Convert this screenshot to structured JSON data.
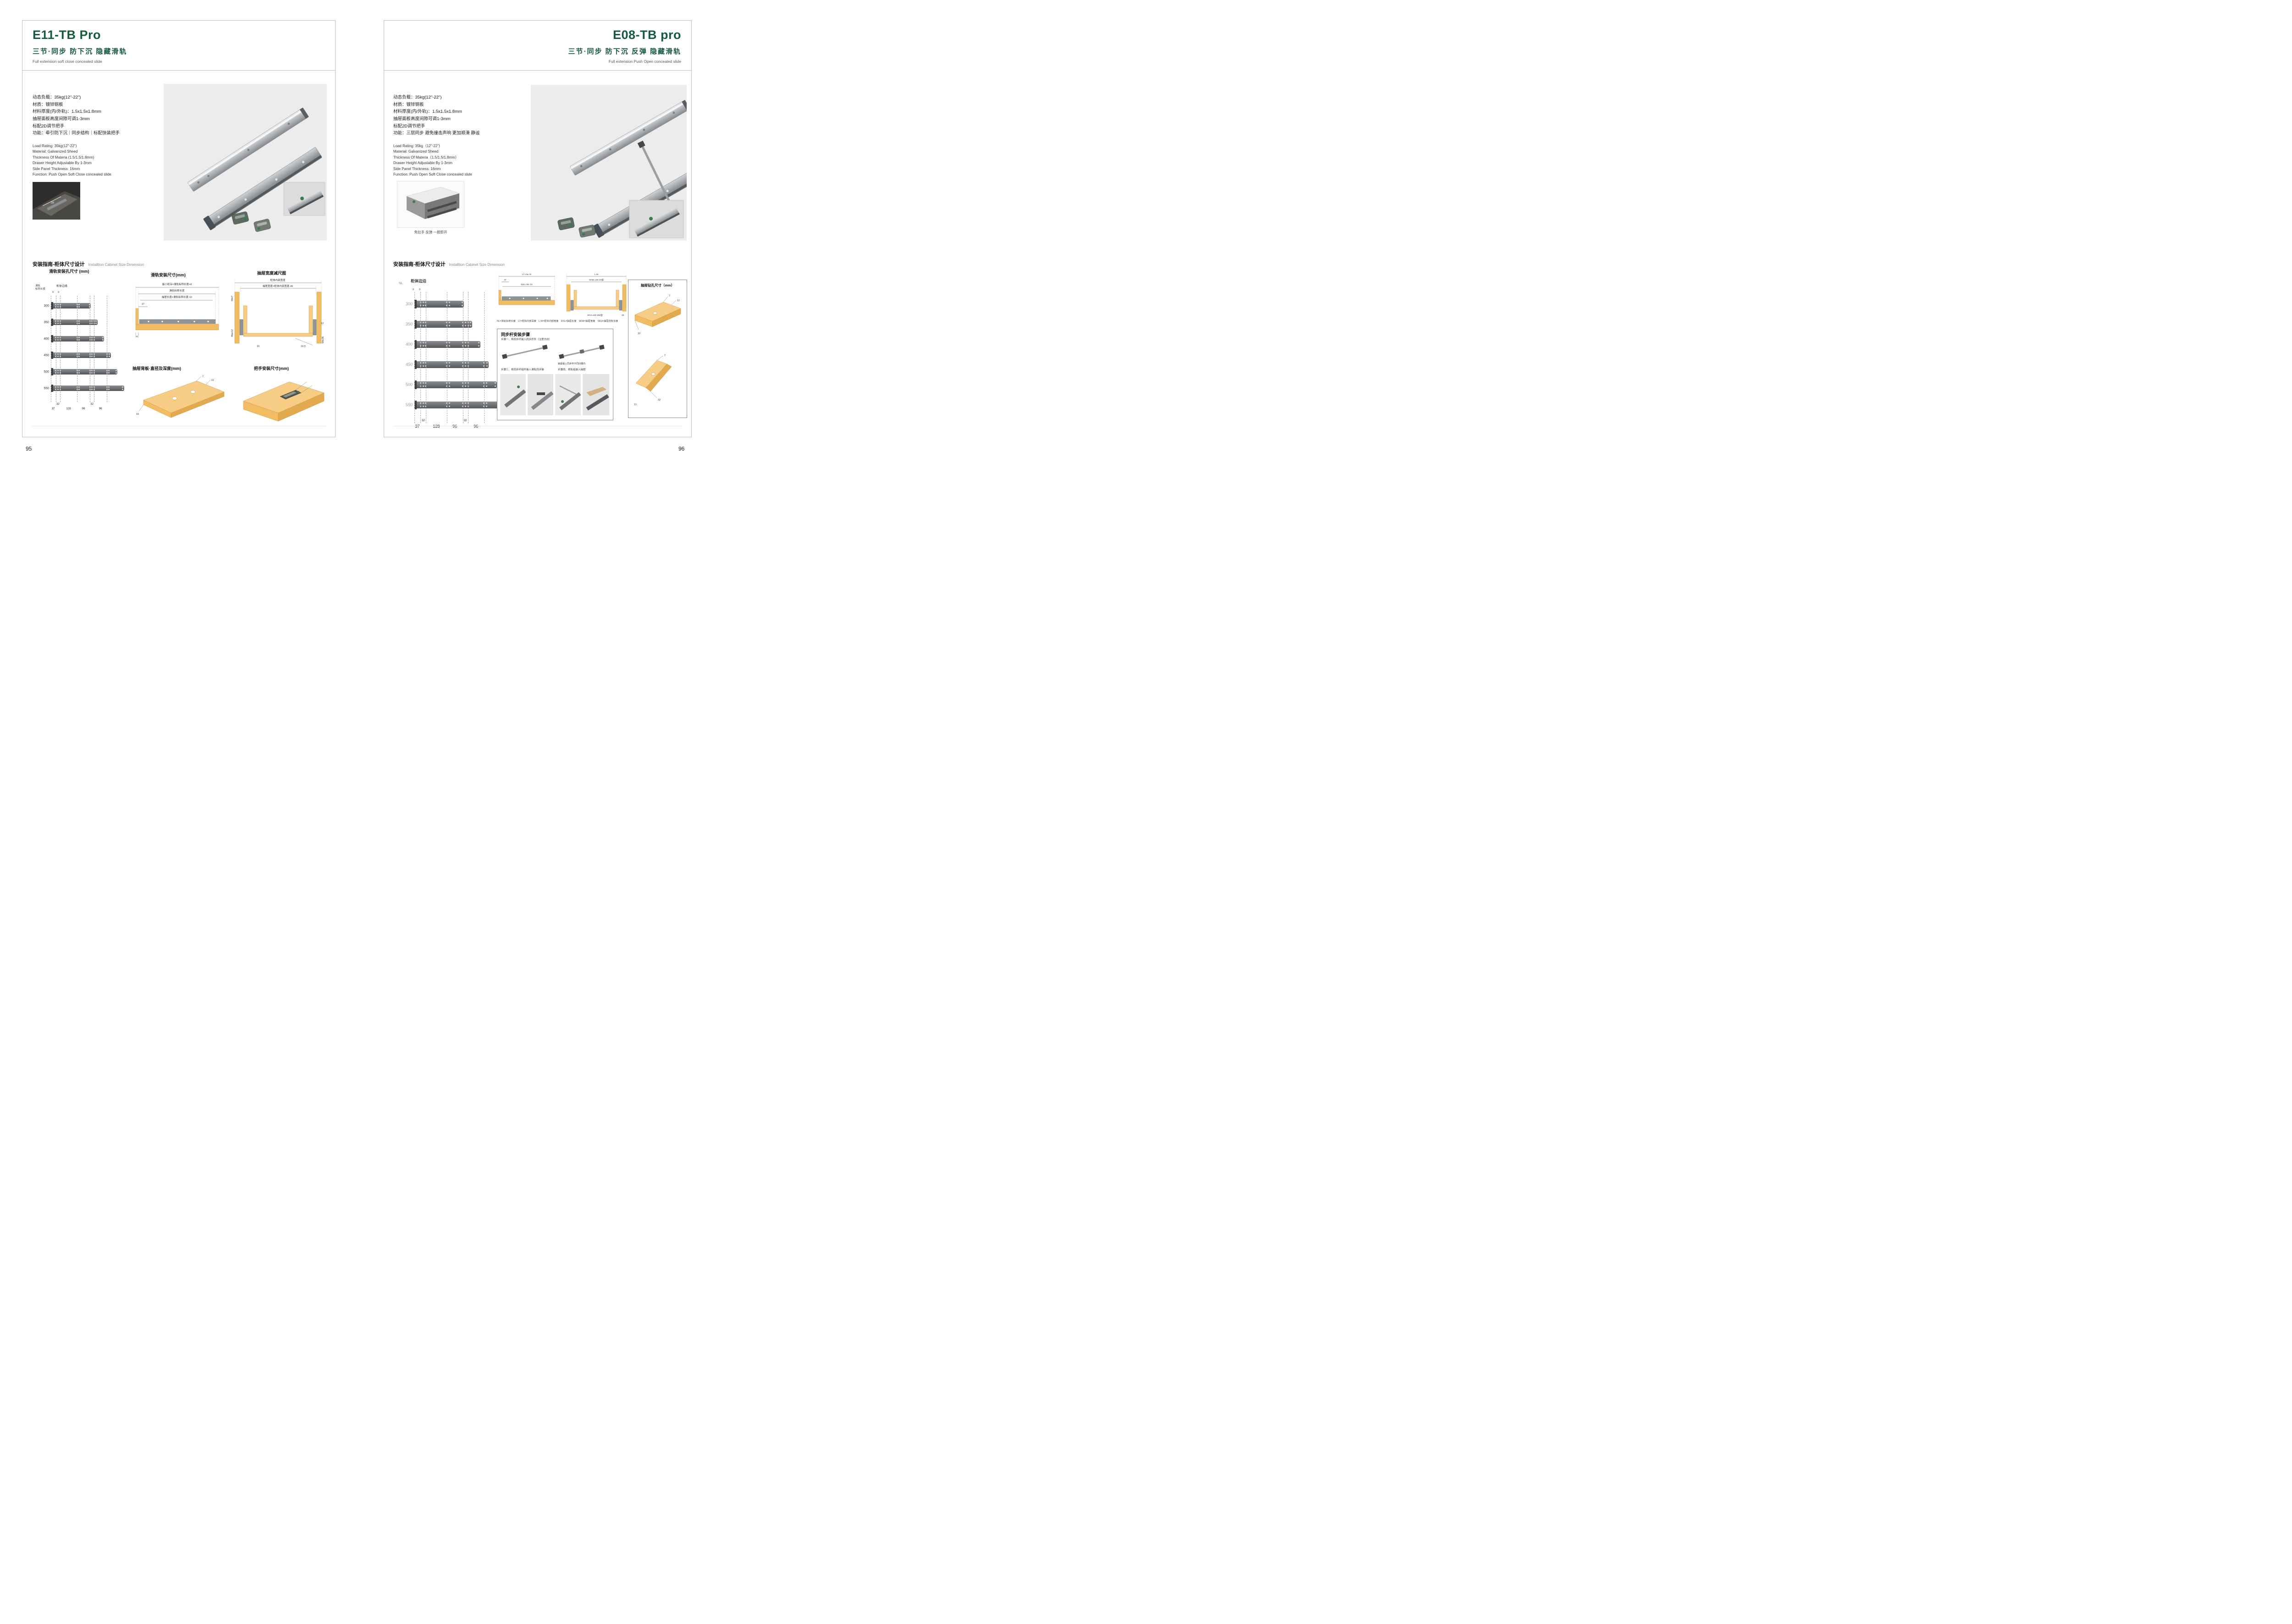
{
  "left": {
    "title": "E11-TB Pro",
    "subtitle_cn": "三节·同步 防下沉 隐藏滑轨",
    "subtitle_en": "Full extension soft close concealed slide",
    "specs_cn": [
      "动态负载：35kg(12\"-22\")",
      "材质：镀锌钢板",
      "材料厚度(内/外轨)：1.5x1.5x1.8mm",
      "抽屉面板高度间隙可调1-3mm",
      "标配2D调节把手",
      "功能：牵引防下沉｜同步结构｜标配快装把手"
    ],
    "specs_en": [
      "Load Rating: 35kg(12\"-22\")",
      "Material: Galvanized Sheed",
      "Thickness Of Materia (1.5/1.5/1.8mm)",
      "Drawer Height Adjustable By 1-3mm",
      "Side Panel Thickness: 16mm",
      "Function:  Push Open Soft Close concealed slide"
    ],
    "install_title_cn": "安装指南-柜体尺寸设计",
    "install_title_en": "Installtion Cabinet Size Dimension",
    "hole_drawing": {
      "title": "滑轨安装孔尺寸 (mm)",
      "rail_label": "滑轨\n标称长度",
      "edge_label": "柜体边缘",
      "offset9a": "9",
      "offset9b": "9",
      "lengths": [
        "300",
        "350",
        "400",
        "450",
        "500",
        "550"
      ],
      "dims_upper": [
        "32",
        "32"
      ],
      "dims_lower": [
        "37",
        "128",
        "96",
        "96"
      ]
    },
    "side_drawing": {
      "title": "滑轨安装尺寸(mm)",
      "dim_min_depth": "最小柜深=滑轨标称长度+8",
      "dim_rail": "滑轨标称长度",
      "dim_drawer": "抽屉长度=滑轨标称长度-10",
      "dim_37": "37",
      "dim_4": "4"
    },
    "width_drawing": {
      "title": "抽屉宽度减尺图",
      "dim_inner": "柜体内部宽度",
      "dim_drawer": "抽屉宽度=柜体内部宽度-49",
      "dim_min7": "Min7",
      "dim_max12": "Max12",
      "dim_12": "12",
      "dim_min36": "Min36",
      "dim_16": "16",
      "dim_245": "24.5"
    },
    "back_drawing": {
      "title": "抽屉背板·直径及深度(mm)",
      "dim_7": "7",
      "dim_11": "11",
      "dim_10": "10"
    },
    "handle_drawing": {
      "title": "把手安装尺寸(mm)"
    },
    "page_number": "95"
  },
  "right": {
    "title": "E08-TB pro",
    "subtitle_cn": "三节·同步 防下沉 反弹 隐藏滑轨",
    "subtitle_en": "Full extension Push Open concealed slide",
    "specs_cn": [
      "动态负载：35kg(12\"-22\")",
      "材质：镀锌钢板",
      "材料厚度(内/外轨)：1.5x1.5x1.8mm",
      "抽屉面板高度间隙可调1-3mm",
      "标配2D调节把手",
      "功能：三层同步 避免撞击声响 更加顺滑 静谧"
    ],
    "specs_en": [
      "Load Rating: 35kg（12\"-22\")",
      "Material: Galvanized Sheed",
      "Thickness Of Materia（1.5/1.5/1.8mm）",
      "Drawer Height Adjustable By 1-3mm",
      "Side Panel Thickness: 16mm",
      "Function:  Push Open Soft Close concealed slide"
    ],
    "photo_caption": "免拉手 反弹 一按即开",
    "install_title_cn": "安装指南-柜体尺寸设计",
    "install_title_en": "Installtion Cabinet Size Dimension",
    "hole_drawing": {
      "nl_label": "NL",
      "edge_label": "柜体边沿",
      "offset9a": "9",
      "offset9b": "9",
      "lengths": [
        "300",
        "350",
        "400",
        "450",
        "500",
        "550"
      ],
      "dims_upper": [
        "32",
        "32"
      ],
      "dims_lower": [
        "37",
        "128",
        "96",
        "96"
      ]
    },
    "top_drawing": {
      "dim_lt": "LT=NL+8",
      "dim_37": "37",
      "dim_dxl": "DXL=NL-10",
      "dim_lw": "L.W",
      "dim_skw": "SKW=LW-42型",
      "dim_25": "25",
      "dim_skh": "SKH=LW-156型",
      "legend": "NL=滑轨标称长度　LT=柜体内部深度　L.W=柜体内部宽度　DXL=抽屉长度　SKW=抽屉宽度　SKH=抽屉背板长度"
    },
    "sync_panel": {
      "title": "同步杆安装步骤",
      "step1": "步骤一、将同步杆装入同步杆件（注意方向）",
      "note": "锁紧装入同步杆不同凹槽内",
      "step3": "步骤三、将同步杆组件装入滑轨同步轴",
      "step4": "步骤四、将轨组装入抽屉"
    },
    "drill_panel": {
      "title": "抽屉钻孔尺寸（mm）",
      "dim_7": "7",
      "dim_11": "11",
      "dim_10": "10",
      "dim_32": "32"
    },
    "page_number": "96"
  }
}
